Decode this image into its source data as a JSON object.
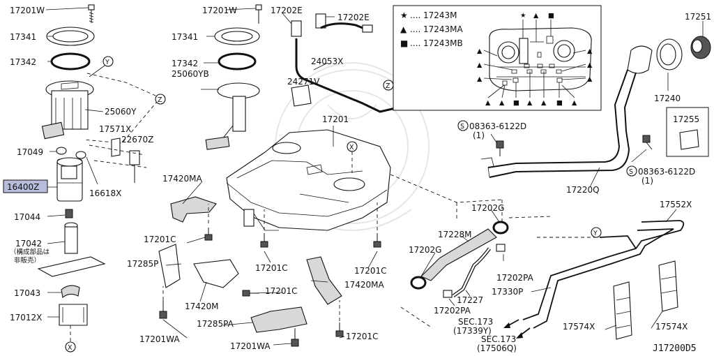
{
  "diagram_code": "J17200D5",
  "highlighted_part": "16400Z",
  "legend": {
    "star": "17243M",
    "triangle": "17243MA",
    "square": "17243MB"
  },
  "labels": {
    "l17201W_a": "17201W",
    "l17341_a": "17341",
    "l17342_a": "17342",
    "l25060Y": "25060Y",
    "l17571X": "17571X",
    "l22670Z": "22670Z",
    "l17049": "17049",
    "l16400Z": "16400Z",
    "l16618X": "16618X",
    "l17044": "17044",
    "l17042": "17042",
    "l17042_note1": "（構成部品は",
    "l17042_note2": "非販売）",
    "l17043": "17043",
    "l17012X": "17012X",
    "l17201W_b": "17201W",
    "l17202E_a": "17202E",
    "l17202E_b": "17202E",
    "l17341_b": "17341",
    "l17342_b": "17342",
    "l25060YB": "25060YB",
    "l24053X": "24053X",
    "l24271V": "24271V",
    "l17201": "17201",
    "l17420MA": "17420MA",
    "l17201C_a": "17201C",
    "l17285P": "17285P",
    "l17201C_b": "17201C",
    "l17201C_c": "17201C",
    "l17201C_d": "17201C",
    "l17420MA_b": "17420MA",
    "l17420M": "17420M",
    "l17285PA": "17285PA",
    "l17201C_e": "17201C",
    "l17201WA_a": "17201WA",
    "l17201WA_b": "17201WA",
    "l17251": "17251",
    "l17240": "17240",
    "l17255": "17255",
    "l08363_a": "08363-6122D",
    "l08363_a_qty": "(1)",
    "l08363_b": "08363-6122D",
    "l08363_b_qty": "(1)",
    "l17220Q": "17220Q",
    "l17202G_a": "17202G",
    "l17228M": "17228M",
    "l17202G_b": "17202G",
    "l17202PA_a": "17202PA",
    "l17227": "17227",
    "l17202PA_b": "17202PA",
    "l17330P": "17330P",
    "l17552X": "17552X",
    "l17574X_a": "17574X",
    "l17574X_b": "17574X",
    "sec173_a": "SEC.173",
    "sec173_a_sub": "(17339Y)",
    "sec173_b": "SEC.173",
    "sec173_b_sub": "(17506Q)"
  },
  "connectors": {
    "x": "X",
    "y": "Y",
    "z": "Z",
    "s": "S"
  },
  "icons": [
    "star-icon",
    "triangle-icon",
    "square-icon",
    "connector-x-icon",
    "connector-y-icon",
    "connector-z-icon",
    "screw-s-icon",
    "arrow-icon"
  ]
}
